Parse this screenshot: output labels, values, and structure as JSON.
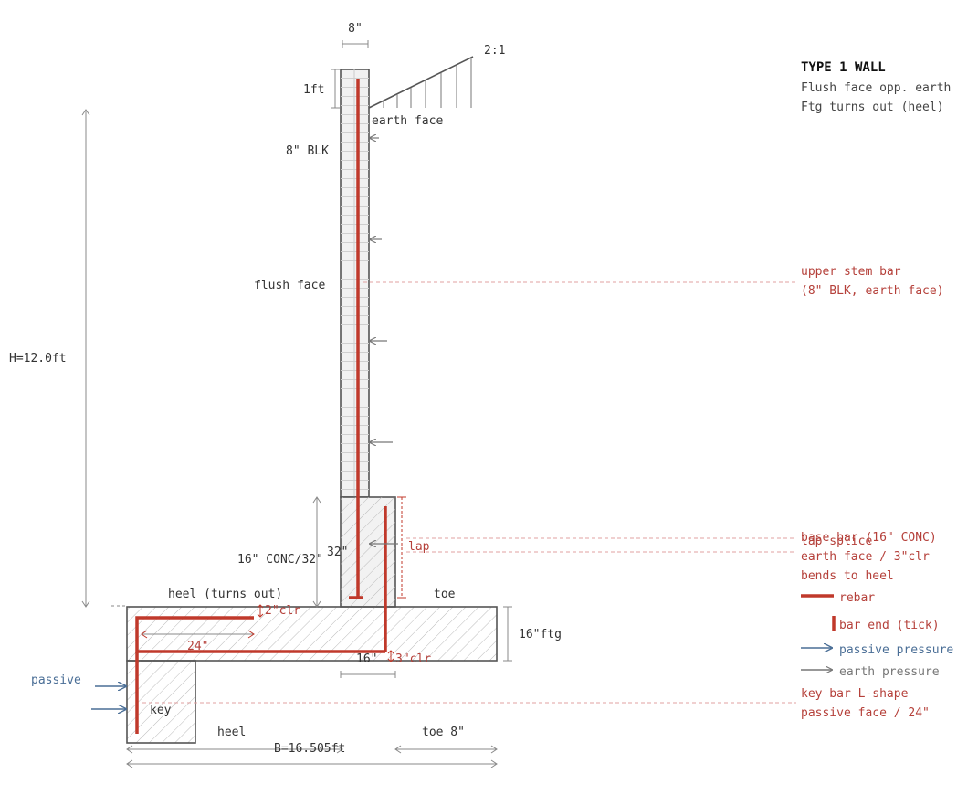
{
  "header": {
    "title": "TYPE 1 WALL",
    "subtitle_1": "Flush face opp. earth",
    "subtitle_2": "Ftg turns out (heel)"
  },
  "dimensions": {
    "stem_width": "8\"",
    "slope": "2:1",
    "top_offset": "1ft",
    "height": "H=12.0ft",
    "conc_height": "16\" CONC/32\"",
    "conc_tick": "32\"",
    "footing_thickness": "16\"ftg",
    "base_width": "B=16.505ft",
    "toe_width": "toe 8\"",
    "bend_length": "24\"",
    "footing_bar_len": "16\"",
    "top_cover": "2\"clr",
    "bottom_cover": "3\"clr"
  },
  "labels": {
    "earth_face": "earth face",
    "block": "8\" BLK",
    "flush_face": "flush face",
    "heel_turns_out": "heel (turns out)",
    "toe": "toe",
    "heel": "heel",
    "key": "key",
    "passive": "passive",
    "lap": "lap"
  },
  "notes": {
    "upper_1": "upper stem bar",
    "upper_2": "(8\" BLK, earth face)",
    "base_1": "base bar (16\" CONC)",
    "lap_splice": "lap splice",
    "base_2": "earth face / 3\"clr",
    "base_3": "bends to heel",
    "key_1": "key bar L-shape",
    "key_2": "passive face / 24\""
  },
  "legend": {
    "rebar": "rebar",
    "bar_end": "bar end (tick)",
    "passive_pressure": "passive pressure",
    "earth_pressure": "earth pressure"
  },
  "colors": {
    "rebar": "#c0392b",
    "passive": "#4a6e96",
    "earth": "#777777",
    "outline": "#555555"
  }
}
